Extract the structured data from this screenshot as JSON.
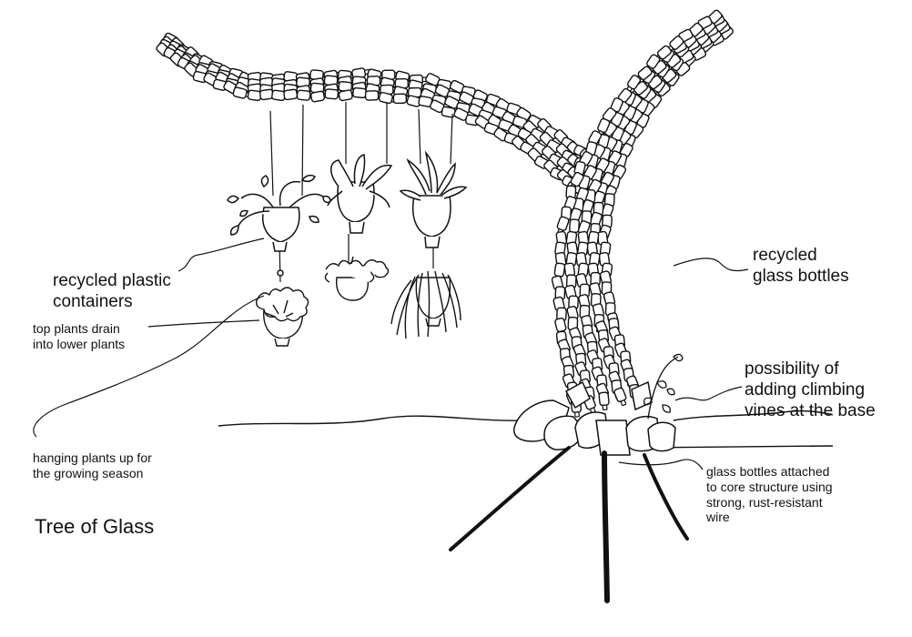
{
  "title": "Tree of Glass",
  "labels": {
    "plastic_containers": [
      "recycled plastic",
      "containers"
    ],
    "drain": [
      "top plants drain",
      "into lower plants"
    ],
    "hanging": [
      "hanging plants up for",
      "the growing season"
    ],
    "glass_bottles": [
      "recycled",
      "glass bottles"
    ],
    "climbing_vines": [
      "possibility of",
      "adding climbing",
      "vines at the base"
    ],
    "wire": [
      "glass bottles attached",
      "to core structure using",
      "strong, rust-resistant",
      "wire"
    ]
  },
  "colors": {
    "ink": "#111111",
    "background": "#ffffff"
  }
}
